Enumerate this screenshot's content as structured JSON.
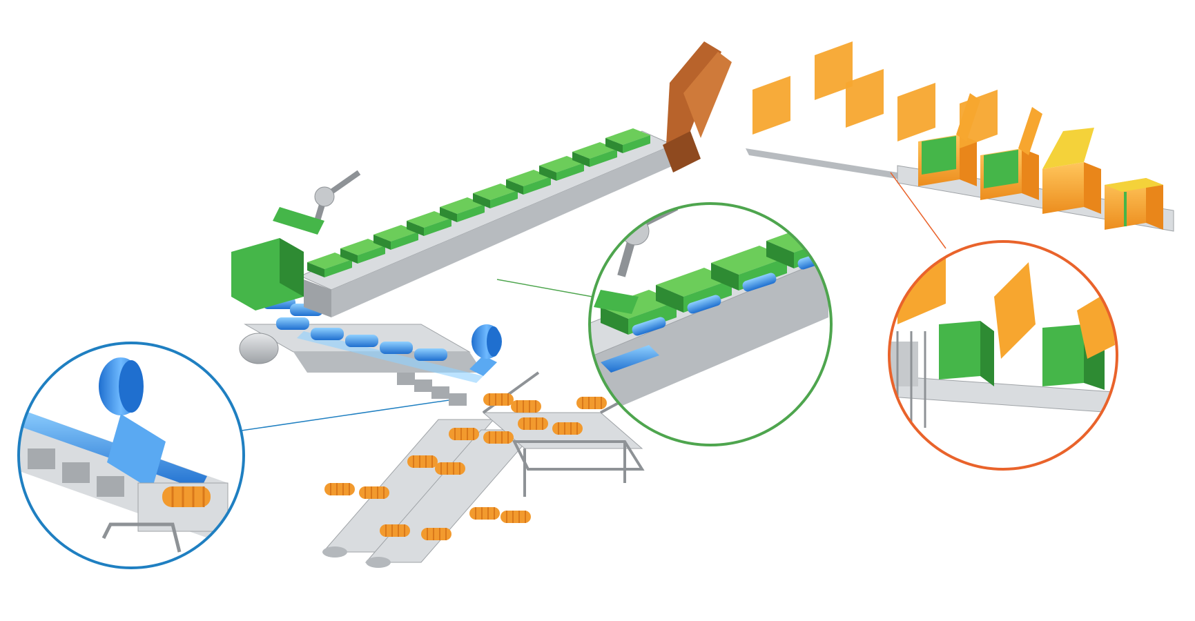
{
  "figure": {
    "kind": "isometric packaging line illustration",
    "callouts": [
      {
        "id": "film-wrapping",
        "ring_color": "#1f7fc1"
      },
      {
        "id": "tray-loading",
        "ring_color": "#4ea54e"
      },
      {
        "id": "case-packing",
        "ring_color": "#e9632b"
      }
    ]
  },
  "palette": {
    "product": "#f29a2e",
    "product_stripe": "#d9781a",
    "film": "#2f8fe8",
    "film_light": "#7cc0ff",
    "tray": "#45b649",
    "tray_dark": "#2e8b33",
    "carton": "#f7a62f",
    "carton_light": "#ffc75a",
    "carton_yellow": "#f4d23a",
    "stack_brown": "#b8632b",
    "metal": "#c6c9cc",
    "metal_dark": "#8e9296",
    "belt": "#d9dcdf"
  },
  "icons": {
    "film-roll": "film-roll-icon",
    "robot-arm": "robot-arm-icon",
    "carton-blank": "carton-blank-icon"
  }
}
